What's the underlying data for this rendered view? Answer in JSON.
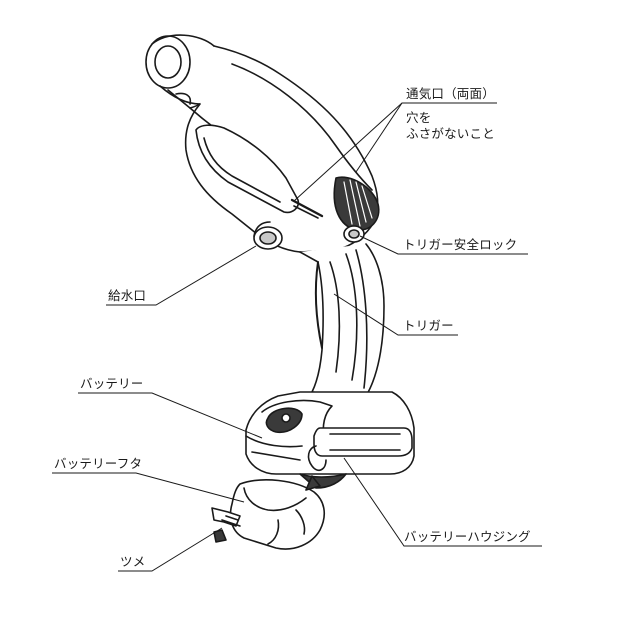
{
  "diagram": {
    "labels": {
      "vent": "通気口（両面）",
      "vent_note_1": "穴を",
      "vent_note_2": "ふさがないこと",
      "trigger_lock": "トリガー安全ロック",
      "water_inlet": "給水口",
      "trigger": "トリガー",
      "battery": "バッテリー",
      "battery_cover": "バッテリーフタ",
      "battery_housing": "バッテリーハウジング",
      "claw": "ツメ"
    }
  },
  "colors": {
    "line": "#1a1a1a",
    "fill_light": "#ffffff",
    "fill_gray": "#c8c8c8",
    "fill_dark": "#3a3a3a"
  }
}
